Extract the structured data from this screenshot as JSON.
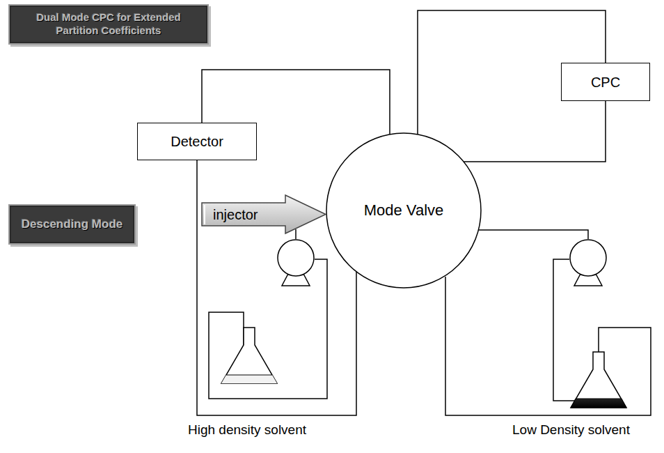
{
  "diagram": {
    "title": "Dual Mode CPC for Extended Partition Coefficients",
    "nodes": [
      {
        "text": [
          "CPC"
        ]
      },
      {
        "text": [
          "Detector"
        ]
      },
      {
        "text": [
          "Mode Valve"
        ]
      },
      {
        "text": [
          "Descending Mode"
        ]
      },
      {
        "text": [
          "injector"
        ]
      }
    ],
    "edges": [
      {
        "from": 2,
        "to": 0,
        "arrow": "none"
      },
      {
        "from": 2,
        "to": 0,
        "arrow": "none"
      },
      {
        "from": 1,
        "to": 2,
        "arrow": "none"
      },
      {
        "from": 1,
        "to": 2,
        "arrow": "none"
      }
    ],
    "labels": [
      "High density solvent",
      "Low Density solvent"
    ]
  }
}
